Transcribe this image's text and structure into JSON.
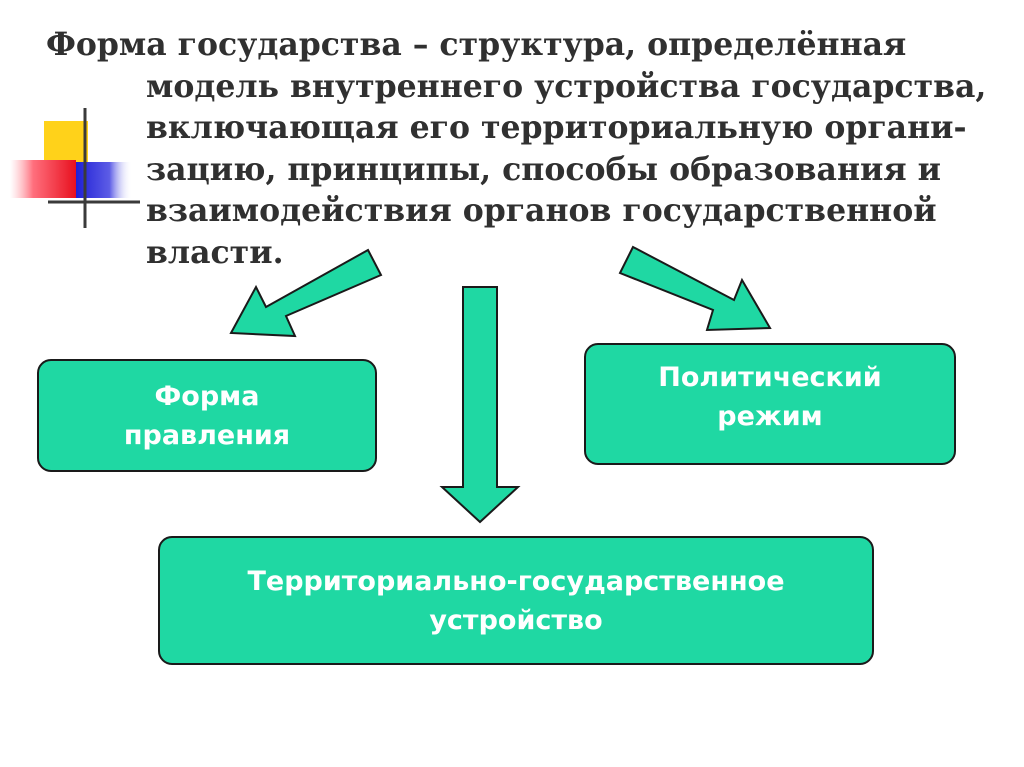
{
  "definition": {
    "lines": [
      "Форма государства – структура, определённая",
      "модель внутреннего устройства государства,",
      "включающая его территориальную органи-",
      "зацию, принципы, способы образования и",
      "взаимодействия органов государственной",
      "власти."
    ]
  },
  "boxes": {
    "form_of_government": "Форма\nправления",
    "political_regime": "Политический\nрежим",
    "territorial_structure": "Территориально-государственное\nустройство"
  },
  "colors": {
    "box_fill": "#1fd8a3",
    "arrow_fill": "#1fd8a3",
    "outline": "#1a1a1a",
    "title_text": "#303030",
    "box_text": "#ffffff"
  },
  "arrows": [
    {
      "from": "definition",
      "to": "form_of_government",
      "direction": "down-left"
    },
    {
      "from": "definition",
      "to": "territorial_structure",
      "direction": "down"
    },
    {
      "from": "definition",
      "to": "political_regime",
      "direction": "down-right"
    }
  ]
}
